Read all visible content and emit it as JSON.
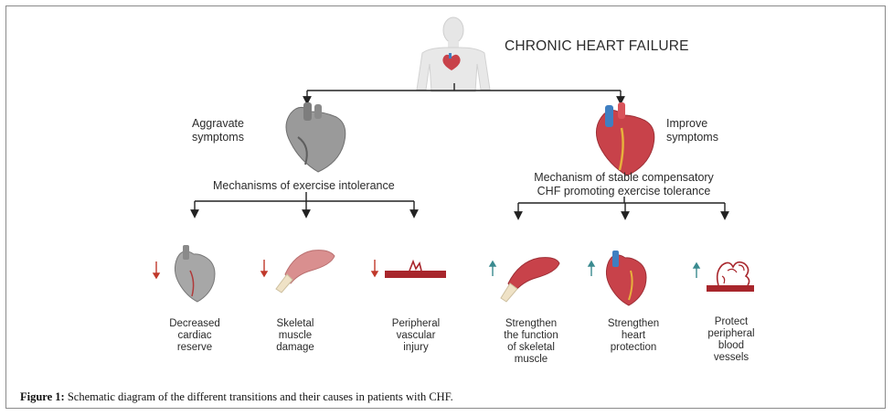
{
  "title": "CHRONIC HEART FAILURE",
  "left_branch": {
    "label_line1": "Aggravate",
    "label_line2": "symptoms",
    "mechanism": "Mechanisms of exercise intolerance",
    "items": [
      {
        "line1": "Decreased",
        "line2": "cardiac",
        "line3": "reserve",
        "icon": "heart-icon",
        "arrow": "down-arrow-icon"
      },
      {
        "line1": "Skeletal",
        "line2": "muscle",
        "line3": "damage",
        "icon": "muscle-icon",
        "arrow": "down-arrow-icon"
      },
      {
        "line1": "Peripheral",
        "line2": "vascular",
        "line3": "injury",
        "icon": "blood-vessel-icon",
        "arrow": "down-arrow-icon"
      }
    ]
  },
  "right_branch": {
    "label_line1": "Improve",
    "label_line2": "symptoms",
    "mechanism_line1": "Mechanism of stable compensatory",
    "mechanism_line2": "CHF promoting exercise tolerance",
    "items": [
      {
        "line1": "Strengthen",
        "line2": "the function",
        "line3": "of skeletal",
        "line4": "muscle",
        "icon": "muscle-icon",
        "arrow": "up-arrow-icon"
      },
      {
        "line1": "Strengthen",
        "line2": "heart",
        "line3": "protection",
        "icon": "heart-icon",
        "arrow": "up-arrow-icon"
      },
      {
        "line1": "Protect",
        "line2": "peripheral",
        "line3": "blood",
        "line4": "vessels",
        "icon": "capillary-network-icon",
        "arrow": "up-arrow-icon"
      }
    ]
  },
  "caption": {
    "prefix": "Figure 1:",
    "text": " Schematic diagram of the different transitions and their causes in patients with CHF."
  },
  "colors": {
    "down_arrow": "#c0392b",
    "up_arrow": "#3a8a8f",
    "heart_red": "#c8424a",
    "heart_gray": "#8c8c8c",
    "vessel_blue": "#3f7fc1",
    "muscle_pink": "#d98f8f",
    "connector": "#222222"
  }
}
